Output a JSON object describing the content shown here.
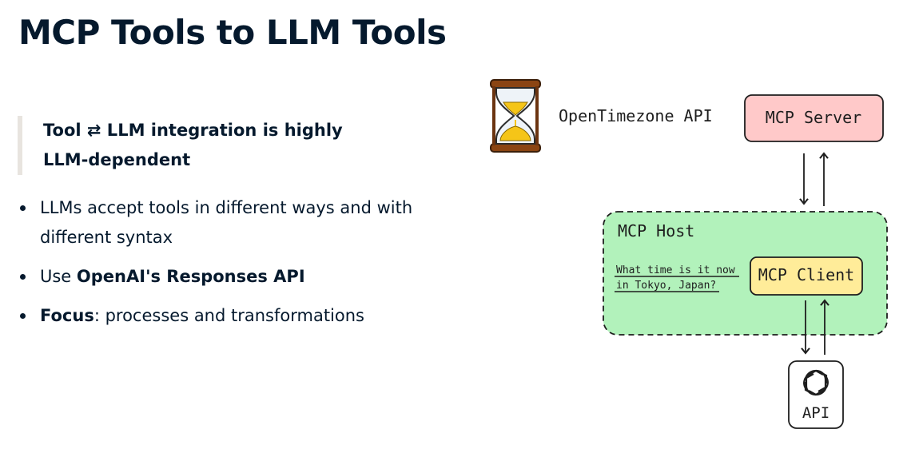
{
  "title": "MCP Tools to LLM Tools",
  "callout": {
    "text": "Tool ⇄ LLM integration is highly LLM-dependent"
  },
  "bullets": [
    {
      "text": "LLMs accept tools in different ways and with different syntax"
    },
    {
      "prefix": "Use ",
      "bold": "OpenAI's Responses API"
    },
    {
      "bold": "Focus",
      "suffix": ": processes and transformations"
    }
  ],
  "diagram": {
    "external_api_label": "OpenTimezone API",
    "mcp_server_label": "MCP Server",
    "mcp_host_label": "MCP Host",
    "user_query_line1": "What time is it now",
    "user_query_line2": "in Tokyo, Japan?",
    "mcp_client_label": "MCP Client",
    "llm_api_label": "API",
    "colors": {
      "mcp_server_fill": "#ffc9c9",
      "mcp_host_fill": "#b2f2bb",
      "mcp_client_fill": "#ffec99",
      "hourglass_wood": "#8b4513",
      "hourglass_sand": "#f5c518"
    },
    "icons": [
      "hourglass-icon",
      "openai-logo-icon"
    ]
  }
}
